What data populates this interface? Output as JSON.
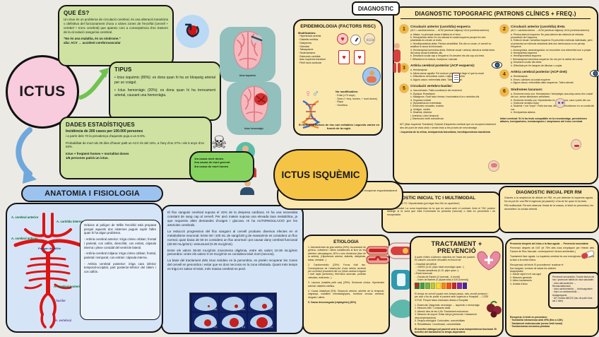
{
  "accent_colors": {
    "green_panel": "#cfe2a2",
    "yellow_panel": "#fbe8af",
    "blue_panel": "#d5e5f7",
    "pink_node": "#f8cbdd",
    "gold_node": "#f5c445",
    "teal_tile": "#91c0bd",
    "artery_red": "#dd1414"
  },
  "center": {
    "title": "ICTUS"
  },
  "que_es": {
    "title": "QUE ÉS?",
    "body": "Un ictus és un problema de circulació cerebral, és una alteració transitòria o definitiva del funcionament d'una o vàries zones de l'encèfal (cervell + cerebel + tronc cerebral) que apareix com a conseqüència d'un trastorn de la circulació sanguínia cerebral.",
    "note1": "\"No és una malaltia, és un síndrome.\"",
    "note2": "alia: ACV → accident cerebrovascular"
  },
  "tipus": {
    "title": "TIPUS",
    "item1": "• Ictus isquèmic (80%): es dona quan hi ha un bloqueig arterial per un coàgul.",
    "item2": "• Ictus hemorràgic (20%): es dona quan hi ha trencament arterial, causant una hemorràgia."
  },
  "dades": {
    "title": "DADES ESTADÍSTIQUES",
    "line1": "Incidència de 200 casos per 100.000 persones",
    "line2": "i a partir dels 70 la prevalença d'aquests puja a un 6-8%.",
    "line3": "Probabilitat de mort als 30 dies d'haver patit un ACV és del 15%, a l'any d'un 27% i als 5 anys d'un 53%.",
    "line4": "Ictus + freqüent homes + mortalitat dones",
    "line5": "1/6 persones patirà un ictus."
  },
  "causes_bubble": {
    "lines": [
      "1ra causa mort dones",
      "2na causa de mort general",
      "3ra causa de mort homes"
    ]
  },
  "brain_tiles": {
    "label1": "ictus isquèmic",
    "label2": "ictus hemorràgic"
  },
  "epidemiologia": {
    "title": "EPIDEMIOLOGIA (FACTORS RISC)",
    "modificables_title": "Modificables:",
    "modificables": [
      "· Hipertensió arterial",
      "· Diabetis mellitus",
      "· Dislipèmia",
      "· Obesitat",
      "· Tabaquisme",
      "· Sedentarisme",
      "· Estenosis caròtida",
      "· Atac isquèmic transitori",
      "· Fibril·lació auricular"
    ],
    "no_modificables_title": "No modificables:",
    "no_modificables": [
      "· Edat (>70 anys)",
      "· Sexe (+ freq. homes, + mort dones)",
      "· Raça",
      "· Genètica"
    ],
    "footer": "El 90% dels factors de risc són evitables i aquests varien en funció de la regió."
  },
  "diagnostic_label": "DIAGNOSTIC",
  "topografic": {
    "title": "DIAGNOSTIC  TOPOGRAFIC  (PATRONS CLÍNICS + FREQ.)",
    "items": [
      {
        "num": "1",
        "title": "Circulació anterior (carotídia) esquerra",
        "sub": "(ACI = caròtida interna → ACM (cerebral mitjana) i ACA (cerebral anterior).",
        "body": "a. Afàsia: La principal causa d'afàsia és el ictus.\nb. Hemiparèsia dreta: Es veu afectat el costat esquerre perquè les vies piramidals es creuen al revés.\nc. Hemihipoestèsia dreta: Pèrdua sensibilitat. Els ulls no veuen, el cervell no analitza ni raona la informació.\nd. Hemianòpsia homònima dreta: Defecte visual i vertical, afecta la meitat dreta del camp visual d'ambdós ulls.\ne. Desviació ocular cap a l'esquerra: Es desvien els ulls cap a la lesió.\nf. Dificultat en la lectura, escriptura i calcular"
      },
      {
        "num": "2",
        "title": "Circulació anterior (carotídia) dreta",
        "sub": "(ACI = caròtida interna → ACM (cerebral mitjana) i ACA (cerebral anterior).",
        "body": "a. Pèrdua atenció esquerra: No para atenció als estímuls de retirada procedents de l'esquerra.\nb. Extinció visual / sensitiva esquerra: Es perceben estímuls individuals, però al presentar-se estímuls simultanis dels dos hemicossos no es percep l'esquerre.\nc. Anosognòsia, asomatognòsia: no reconèixer una extremitat com a pròpia\nd. Hemiparèsia esquerra\ne. Hemihipoestèsia esquerra\nf. Hemianòpsia homònima esquerra: No veu per la meitat del costat\ng. Desviació ocular ulls dreta\nh. Dificultats per fer tasques de dibuixar o copiar."
      },
      {
        "num": "3",
        "title": "Artèria cerebral posterior (ACP esquerre):",
        "sub": "",
        "body": "a. Hemianòpsia\nb. Alèxia sense agrafia: Pot escriure però no pot llegir el que ha escrit\nc. Dificultat en denominar colors i objectes: Anomia\nd. Alguns casos: extremitats altes: Tàlem afectat"
      },
      {
        "num": "4",
        "title": "Artèria cerebral posterior (ACP dret):",
        "sub": "",
        "body": "a. Hemianòpsia\nb. Errors i pèrdues al costat esquerre\nc. Alguns casos: extremitats altes esquerres: Tàlem afectat"
      },
      {
        "num": "5",
        "title": "Circulació vertebro-basilar:",
        "sub": "",
        "body": "a. Incoordinació: Falta coordinació del moviment\nb. Diplopia: Estrabisme\nc. Nistagmus: Oscil·lació rítmica i involuntària d'un o ambdós ulls\nd. Ceguesa cortical\ne. Hipoestèsia de extremitats\nf. Síndromes creuades, motrius\ng. Vertigen, vòmits\nh. Disàrtria, disfonia\ni. Amnèsia: Lòbul temporal\nj. Disminució nivell consciència."
      },
      {
        "num": "6",
        "title": "Síndromes lacunars:",
        "sub": "",
        "body": "a. Síndrome motor pur: Hemiparèsia / hemiplegia cara-braç-cama d'un costat del cos, sense alteracions sensitives.\nb. Síndrome sensitiu pur: Hipoestèsies en un hemicos, cara o parts del cos.\nc. Síndrome sensitiu motor\nd. Disàrtria + mà \"torpe\": Parla borrosa, dèficit i hemisíndrome en un costat del cos\ne. Hemiparèsia atàxica"
      }
    ],
    "ait": "AIT (Atac Isquèmic Transitori): Episodi d'isquèmia cerebral que es recupera totalment des del punt de vista clínic i sense lesió a les proves de neuroimatge.",
    "ait_bullet": "• Isquèmia de la retina, hemiparèsia transitòria, hemihipoestèsia transitòria",
    "infart_note": "Infart cerebral: Si hi ha lesió compatible en la neuroimatge, persisteixen afàsies, hemiparèsies, hemianòpsies i símptomes del tronc cerebral."
  },
  "ictus_isquemic": {
    "title": "ICTUS ISQUÈMIC",
    "pill": "Infart cerebral = isquèmia amb necrosis.\nAtac isquèmic transitori (AIT) = isquèmia sense necrosis, es pot recuperar espontàniament sense danyar el teixit."
  },
  "flux": {
    "p1": "El flux sanguini cerebral suposa el 15% de la despesa cardíaca. Hi ha una necessitat constant de sang cap al cervell. Per això mateix suposa una elevada taxa metabòlica, ja que requereix altes demandes d'oxigen i glucosa.  Hi ha AUTOREGULACIÓ per les arterioles cerebrals.",
    "p2": "La reducció progressiva del flux sanguini al cervell produeix diversos efectes en el metabolisme neuronal. Entre 50 i 100 mL de sang/100 g de massa/min es considera un flux normal, quan baixa de 50 es considera un flux anormal i pot causar dany cerebral funcional (25-50 mL/g/min) i estructural (0-25 mL/g/min).",
    "p3": "Entre els valors 35-50 mL/g/min s'anomena oligèmia, entre els valors 10-35 mL/g/min penombra i entre els valors 0-10 mL/g/min es considera teixit mort (necrosi).",
    "p4": "La base del tractament dels ictus resideix en la penombra, es pretén recuperar les zones del cervell en penombra i evitar que es doni necrosis en la zona infartada. Quant més temps es trigui en salvar el teixit, més massa cerebral es perd.",
    "scan_times": [
      "1 min",
      "30 min",
      "1 h",
      "2 h",
      "4 h",
      "6 h"
    ]
  },
  "anatomia": {
    "title": "ANATOMIA I FISIOLOGIA",
    "intro": "Gràcies al polígon de Willis l'encèfal està preparat perquè aquests dos sistemes puguin suplir l'altre quan hi ha algun problema.",
    "a1": "- Artèria cerebral anterior: irriga còrtex orbitari, frontal i parietal, cos callós, diencèfal, cos estriat, càpsula interna i plexe coroidal del ventricle lateral.",
    "a2": "- Artèria cerebral mitjana: irriga còrtex orbitari, frontal, parietal i temporal, cos estriat i càpsula interna.",
    "a3": "- Artèria cerebral posterior: irriga cara inferior temporal-occipital, part posterior-inferior del tàlem i cos callós.",
    "willis_labels": [
      "A. cerebral anterior",
      "A. caròtida interna",
      "A. cerebral mitjana",
      "Polígon de Willis",
      "A. cerebral posterior",
      "A. basilar",
      "A. vertebral"
    ]
  },
  "etiologia": {
    "title": "ETIOLOGIA",
    "i1": "1. Aterosclerosis de gran artèria (20%): Acumulació de greixos, colesterol i altres substàncies al llum de les artèries i ateroplaques, 50% o més d'estenosi (llum de la artèria). (Hipertensió arterial, diabetis, dislipèmia, tabac, obesitat...)",
    "i2": "2. Cardioembòlic (20%): Focus d'alt risc. Conseqüència de l'obstrucció d'una artèria cerebral per un èmbol procedent del cor (ritme cardíac irregular i molt ràpid (arrítmies), fibril·lació auricular, pròtesis valvulars, estenosis...)",
    "i3": "3. Lacunar (malaltia petit vas) (25%): Síndrome clínica. Hipertensió arterial i diabetis mellitus.",
    "i4": "4. Causa inhabitual (5%): Dissecció arterial, arteritis de la temporal, migranya, malalties hematològiques, trombosi venosa cerebral, drogues i altres.",
    "i5": "5. Causa desconeguda (criptogènic) (30%)"
  },
  "diagnostic_tc": {
    "title": "DIAGNOSTIC  INICIAL TC I MULTIMODAL",
    "p1": "Ictus isquèmic TC: Hipodensitat (pot trigar fins 24h en aparèixer)",
    "p2": "TC multimodal: La zona isquèmica és la que es veurà amb el contrast. Amb el TAC podem distingir si la zona que està il·luminada és perduda (necrosi) o està en penombra i és recuperable."
  },
  "diagnostic_rm": {
    "title": "DIAGNOSTIC  INICIAL PER RM",
    "p1": "Gràcies a la seqüència de difusió en RM, es pot detectar la isquèmia aguda. No es pot fer una RM d'urgència (al pacient) i s'ha de fer quan hi ha lesió.",
    "p2": "RM multimodal: Permet observar l'estat de la massa, el teixit en penombra, les anomalies i la oclusió arterial."
  },
  "tractament": {
    "title": "TRACTAMENT + PREVENCIÓ",
    "intro": "A partir d'elles s'obtenen objectius de l'estat del pacient. Es valoren una sèrie d'escales en funció de:",
    "scales": "• Gravetat del dèficit:\n→ NIHSS (0-42, pitjor estat neurològic quan ↑)\n→ Escala canadenca (0-10, pitjor quan ↓)\n• Estat funcional:\n→ Escala de Rankin (0 (normal) - 6 (mort))\n→ Índex de Barthel (0 (ajuda total) a 100 (normal))",
    "code": "El temps és cervell (quant més temps passa, més cervell perdem) i per això s'ha de portar el pacient amb urgència a l'hospital → CODI ICTUS. Perquè fases d'actuació abans a l'hospital:",
    "steps": "1. Essencial: Diagnòstic neurològic → isquèmic o hemorràgic\n2. Mesures ABC: Constants vitals\n3. Atenció dins de les 4,5h: Tractament endovenós\n4. Mesures de suport: Evitar danys (prevenció i tractament descompensacions)\n5. Teràpia etiològica: Corticoides, comorbiditats\n6. Rehabilitació: Coordinació, comorbiditats",
    "footer": "El benefici obtingut pel pacient serà la seva independència funcional. El benefici del tractament és temps-dependent."
  },
  "prevencio": {
    "rc1": "Prevenció després del ictus o la fase aguda → Prevenció secundària",
    "rc2": "Prevenció després de l'AIT (el 75% dels ictus s'expliquen per l'efecte dels Factors de Risc Vascular: començament i factors ambientals.)",
    "rc3": "Tractament fase aguda: La isquèmia cerebral és una emergència i es seguirà la fase a la unitat d'ictus.",
    "rc4": "Recuperació del teixit: El procediment: reactivar el flux sanguini, a través de salvar les artèries bloquejades:\n1. Actuar ràpid en el cas agut\n2. Mesures generals\n3. Altres tractaments\n4. Unitats d'ictus",
    "overlay": "Prevenció secundària: Tractar factors de risc i promoure hàbits de vida saludable.\n· Ictus ateroscleròtic → Revascularització\n· Ictus cardioembòlic → Anticoagulants\n· Ictus no cardioembòlic → Antiagregants\n· AIT: escala ABCD2 (risc de patir ictus als 2 dies)",
    "reperfusio": "Recuperar el teixit en penombra:\n· Trombòlisi intravenosa amb rtPA (fins a 4,5h)\n· Tractament endovascular (sense límit horari)\n· Trombectomia mecànica primària"
  }
}
